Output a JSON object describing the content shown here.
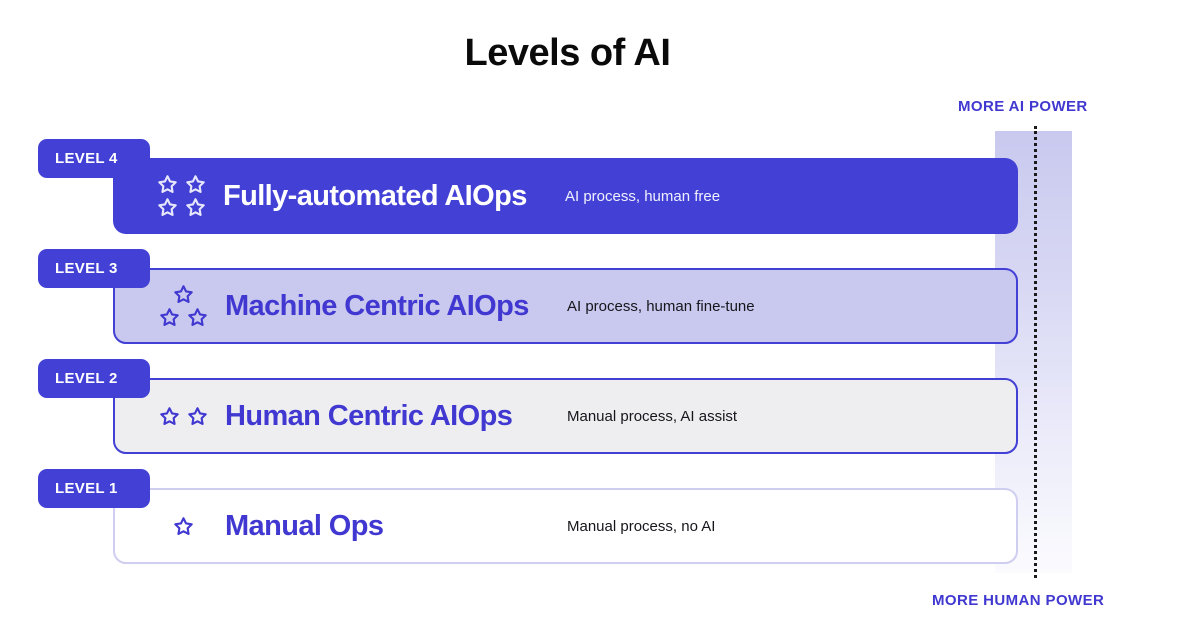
{
  "title": "Levels of AI",
  "axis": {
    "top_caption": "MORE AI POWER",
    "bottom_caption": "MORE HUMAN POWER",
    "accent_color": "#4038d0",
    "band_color_top": "#c9c9ef",
    "band_color_bottom": "#fbfbfe"
  },
  "levels": [
    {
      "badge": "LEVEL 4",
      "name": "Fully-automated AIOps",
      "description": "AI process, human free",
      "stars": 4,
      "star_rows": [
        2,
        2
      ],
      "fill": "#4340d6",
      "text_color": "#ffffff"
    },
    {
      "badge": "LEVEL 3",
      "name": "Machine Centric AIOps",
      "description": "AI process, human fine-tune",
      "stars": 3,
      "star_rows": [
        1,
        2
      ],
      "fill": "#c9c8ee",
      "text_color": "#4038d0"
    },
    {
      "badge": "LEVEL 2",
      "name": "Human Centric AIOps",
      "description": "Manual process, AI assist",
      "stars": 2,
      "star_rows": [
        2
      ],
      "fill": "#eeeef1",
      "text_color": "#4038d0"
    },
    {
      "badge": "LEVEL 1",
      "name": "Manual Ops",
      "description": "Manual process, no AI",
      "stars": 1,
      "star_rows": [
        1
      ],
      "fill": "#ffffff",
      "text_color": "#4038d0"
    }
  ]
}
